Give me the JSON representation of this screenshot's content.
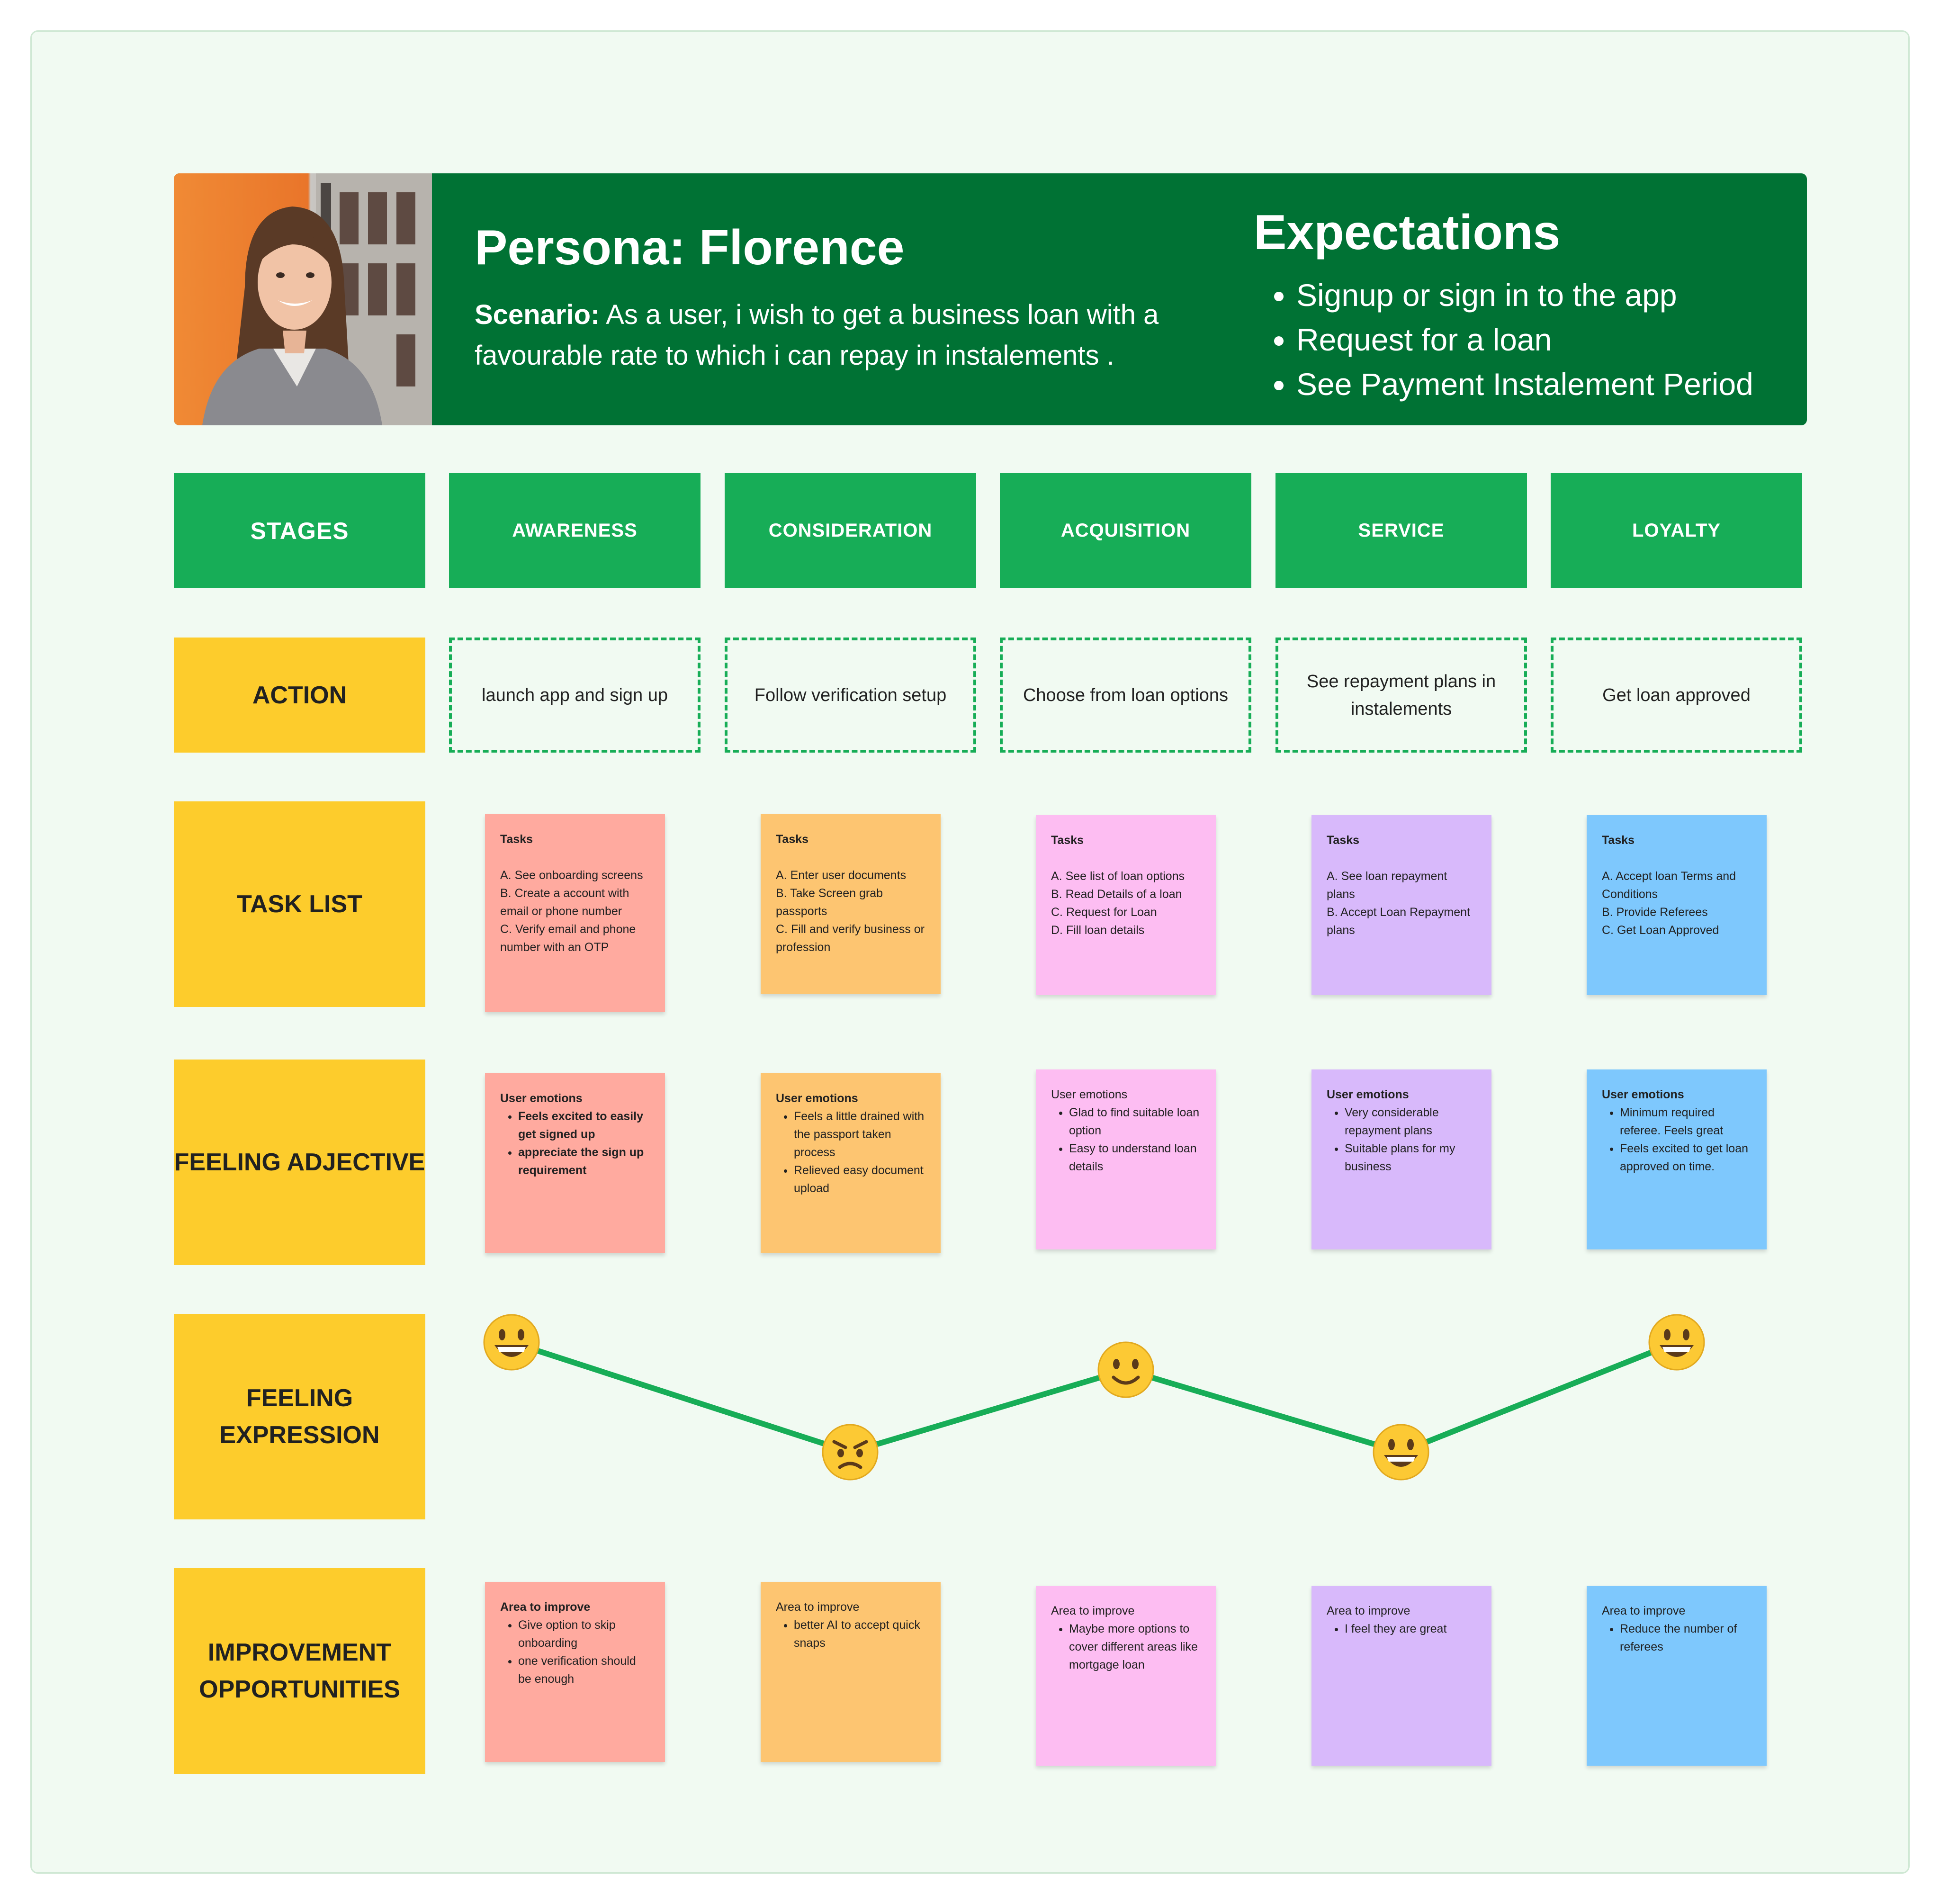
{
  "header": {
    "persona_title": "Persona: Florence",
    "scenario_label": "Scenario:",
    "scenario_text": " As a user, i wish to get a business loan with a favourable rate to which i can repay in instalements .",
    "expectations_title": "Expectations",
    "expectations": [
      "Signup or sign in to the app",
      "Request for a loan",
      "See Payment Instalement Period"
    ]
  },
  "row_labels": {
    "stages": "STAGES",
    "action": "ACTION",
    "task_list": "TASK LIST",
    "feeling_adjective": "FEELING ADJECTIVE",
    "feeling_expression": "FEELING EXPRESSION",
    "improvement": "IMPROVEMENT OPPORTUNITIES"
  },
  "stages": [
    "AWARENESS",
    "CONSIDERATION",
    "ACQUISITION",
    "SERVICE",
    "LOYALTY"
  ],
  "actions": [
    "launch app and sign up",
    "Follow verification setup",
    "Choose from loan options",
    "See repayment plans in instalements",
    "Get loan approved"
  ],
  "tasks": [
    {
      "title": "Tasks",
      "lines": [
        "A. See onboarding screens",
        "B. Create a account with email or phone number",
        "C. Verify email and phone number with an OTP"
      ]
    },
    {
      "title": "Tasks",
      "lines": [
        "A. Enter user documents",
        "B. Take Screen grab passports",
        "C. Fill and verify business or profession"
      ]
    },
    {
      "title": "Tasks",
      "lines": [
        "A. See list of loan options",
        "B. Read Details of a loan",
        "C. Request for Loan",
        "D. Fill loan details"
      ]
    },
    {
      "title": "Tasks",
      "lines": [
        "A. See loan repayment plans",
        "B. Accept Loan Repayment plans"
      ]
    },
    {
      "title": "Tasks",
      "lines": [
        "A. Accept loan Terms and Conditions",
        "B. Provide Referees",
        "C. Get Loan Approved"
      ]
    }
  ],
  "emotions": [
    {
      "title": "User emotions",
      "items": [
        "Feels excited to easily get signed up",
        "appreciate the sign up requirement"
      ]
    },
    {
      "title": "User emotions",
      "items": [
        "Feels a little drained with the passport taken process",
        "Relieved easy document upload"
      ]
    },
    {
      "title": "User emotions",
      "items": [
        "Glad to find suitable loan option",
        "Easy to understand loan details"
      ]
    },
    {
      "title": "User emotions",
      "items": [
        "Very considerable repayment plans",
        "Suitable plans for my business"
      ]
    },
    {
      "title": "User emotions",
      "items": [
        "Minimum required referee. Feels great",
        "Feels excited to get loan approved on time."
      ]
    }
  ],
  "improvements": [
    {
      "title": "Area to improve",
      "items": [
        "Give option to skip onboarding",
        "one verification should be enough"
      ]
    },
    {
      "title": "Area to improve",
      "items": [
        "better AI to accept quick snaps"
      ]
    },
    {
      "title": "Area to improve",
      "items": [
        "Maybe more options to cover different areas like mortgage loan"
      ]
    },
    {
      "title": "Area to improve",
      "items": [
        "I feel they are great"
      ]
    },
    {
      "title": "Area to improve",
      "items": [
        "Reduce the number of referees"
      ]
    }
  ],
  "feeling_expression": {
    "faces": [
      "grinning-face",
      "angry-face",
      "smiling-face",
      "grinning-face",
      "grinning-face"
    ],
    "levels": [
      1.0,
      0.0,
      0.75,
      0.0,
      1.0
    ]
  },
  "colors": {
    "banner": "#007234",
    "stage": "#17ad57",
    "row_label": "#fdcc2c",
    "note_colors": [
      "#ffaa9f",
      "#fdc571",
      "#fdbdf2",
      "#d8b9fb",
      "#7ec8fd"
    ],
    "curve": "#17ad57",
    "emoji": "#fcc934"
  }
}
